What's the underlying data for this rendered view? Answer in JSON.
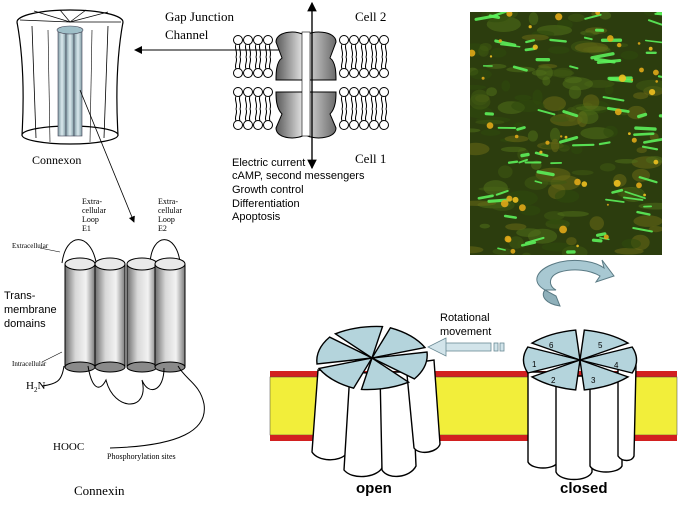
{
  "gap_junction": {
    "title_line1": "Gap Junction",
    "title_line2": "Channel",
    "cell_top": "Cell 2",
    "cell_bottom": "Cell 1",
    "functions": [
      "Electric current",
      "cAMP, second messengers",
      "Growth control",
      "Differentiation",
      "Apoptosis"
    ]
  },
  "connexon": {
    "label": "Connexon"
  },
  "connexin": {
    "loop1": [
      "Extra-",
      "cellular",
      "Loop",
      "E1"
    ],
    "loop2": [
      "Extra-",
      "cellular",
      "Loop",
      "E2"
    ],
    "extracellular": "Extracellular",
    "transmembrane": [
      "Trans-",
      "membrane",
      "domains"
    ],
    "intracellular": "Intracellular",
    "n_terminus": "H",
    "n_terminus_sub": "2",
    "n_terminus_end": "N",
    "c_terminus": "HOOC",
    "phosphorylation": "Phosphorylation sites",
    "label": "Connexin"
  },
  "gating": {
    "rotational_line1": "Rotational",
    "rotational_line2": "movement",
    "open_label": "open",
    "closed_label": "closed",
    "subunit_numbers": [
      "1",
      "2",
      "3",
      "4",
      "5",
      "6"
    ]
  },
  "colors": {
    "membrane_yellow": "#f2ee3a",
    "membrane_red": "#d22020",
    "subunit_blue": "#b4d4dc",
    "cylinder_grey": "#9a9a9a",
    "fluorescence_green": "#5cf05a"
  }
}
